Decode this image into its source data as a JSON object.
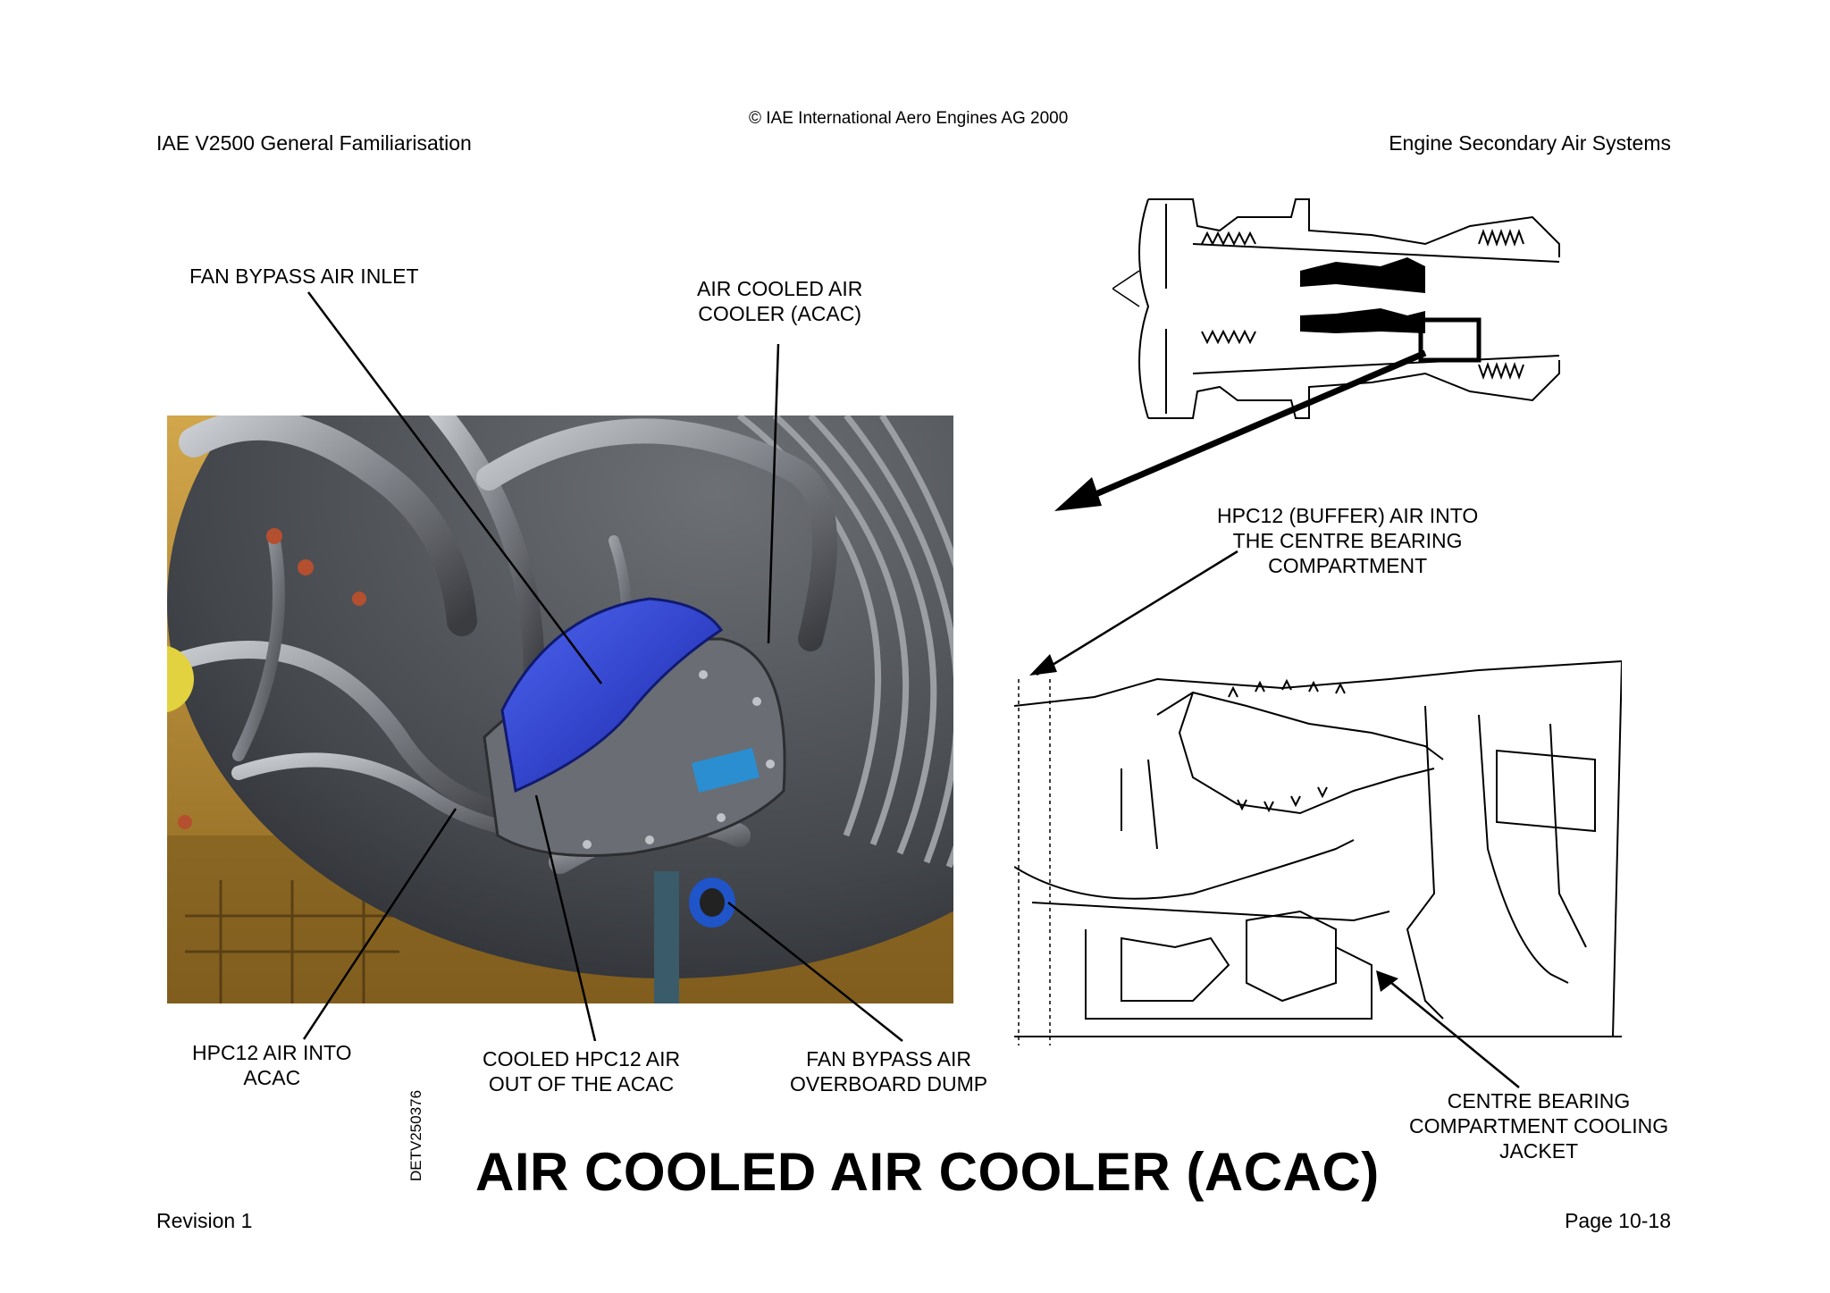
{
  "header": {
    "copyright": "© IAE International Aero Engines AG 2000",
    "left_title": "IAE V2500 General Familiarisation",
    "right_title": "Engine Secondary Air Systems"
  },
  "photo_callouts": {
    "fan_bypass_air_inlet": "FAN BYPASS AIR INLET",
    "acac_line1": "AIR COOLED AIR",
    "acac_line2": "COOLER (ACAC)",
    "hpc12_into_line1": "HPC12 AIR INTO",
    "hpc12_into_line2": "ACAC",
    "cooled_out_line1": "COOLED HPC12 AIR",
    "cooled_out_line2": "OUT OF THE ACAC",
    "dump_line1": "FAN BYPASS AIR",
    "dump_line2": "OVERBOARD DUMP"
  },
  "diagram_callouts": {
    "buffer_line1": "HPC12 (BUFFER) AIR INTO",
    "buffer_line2": "THE CENTRE BEARING",
    "buffer_line3": "COMPARTMENT",
    "jacket_line1": "CENTRE BEARING",
    "jacket_line2": "COMPARTMENT COOLING",
    "jacket_line3": "JACKET"
  },
  "figure_id": "DETV250376",
  "main_title": "AIR COOLED AIR COOLER (ACAC)",
  "footer": {
    "revision": "Revision 1",
    "page": "Page 10-18"
  },
  "colors": {
    "acac_blue": "#2a3fd0",
    "hangar_yellow": "#b98a2c",
    "engine_grey": "#5a5d62"
  }
}
